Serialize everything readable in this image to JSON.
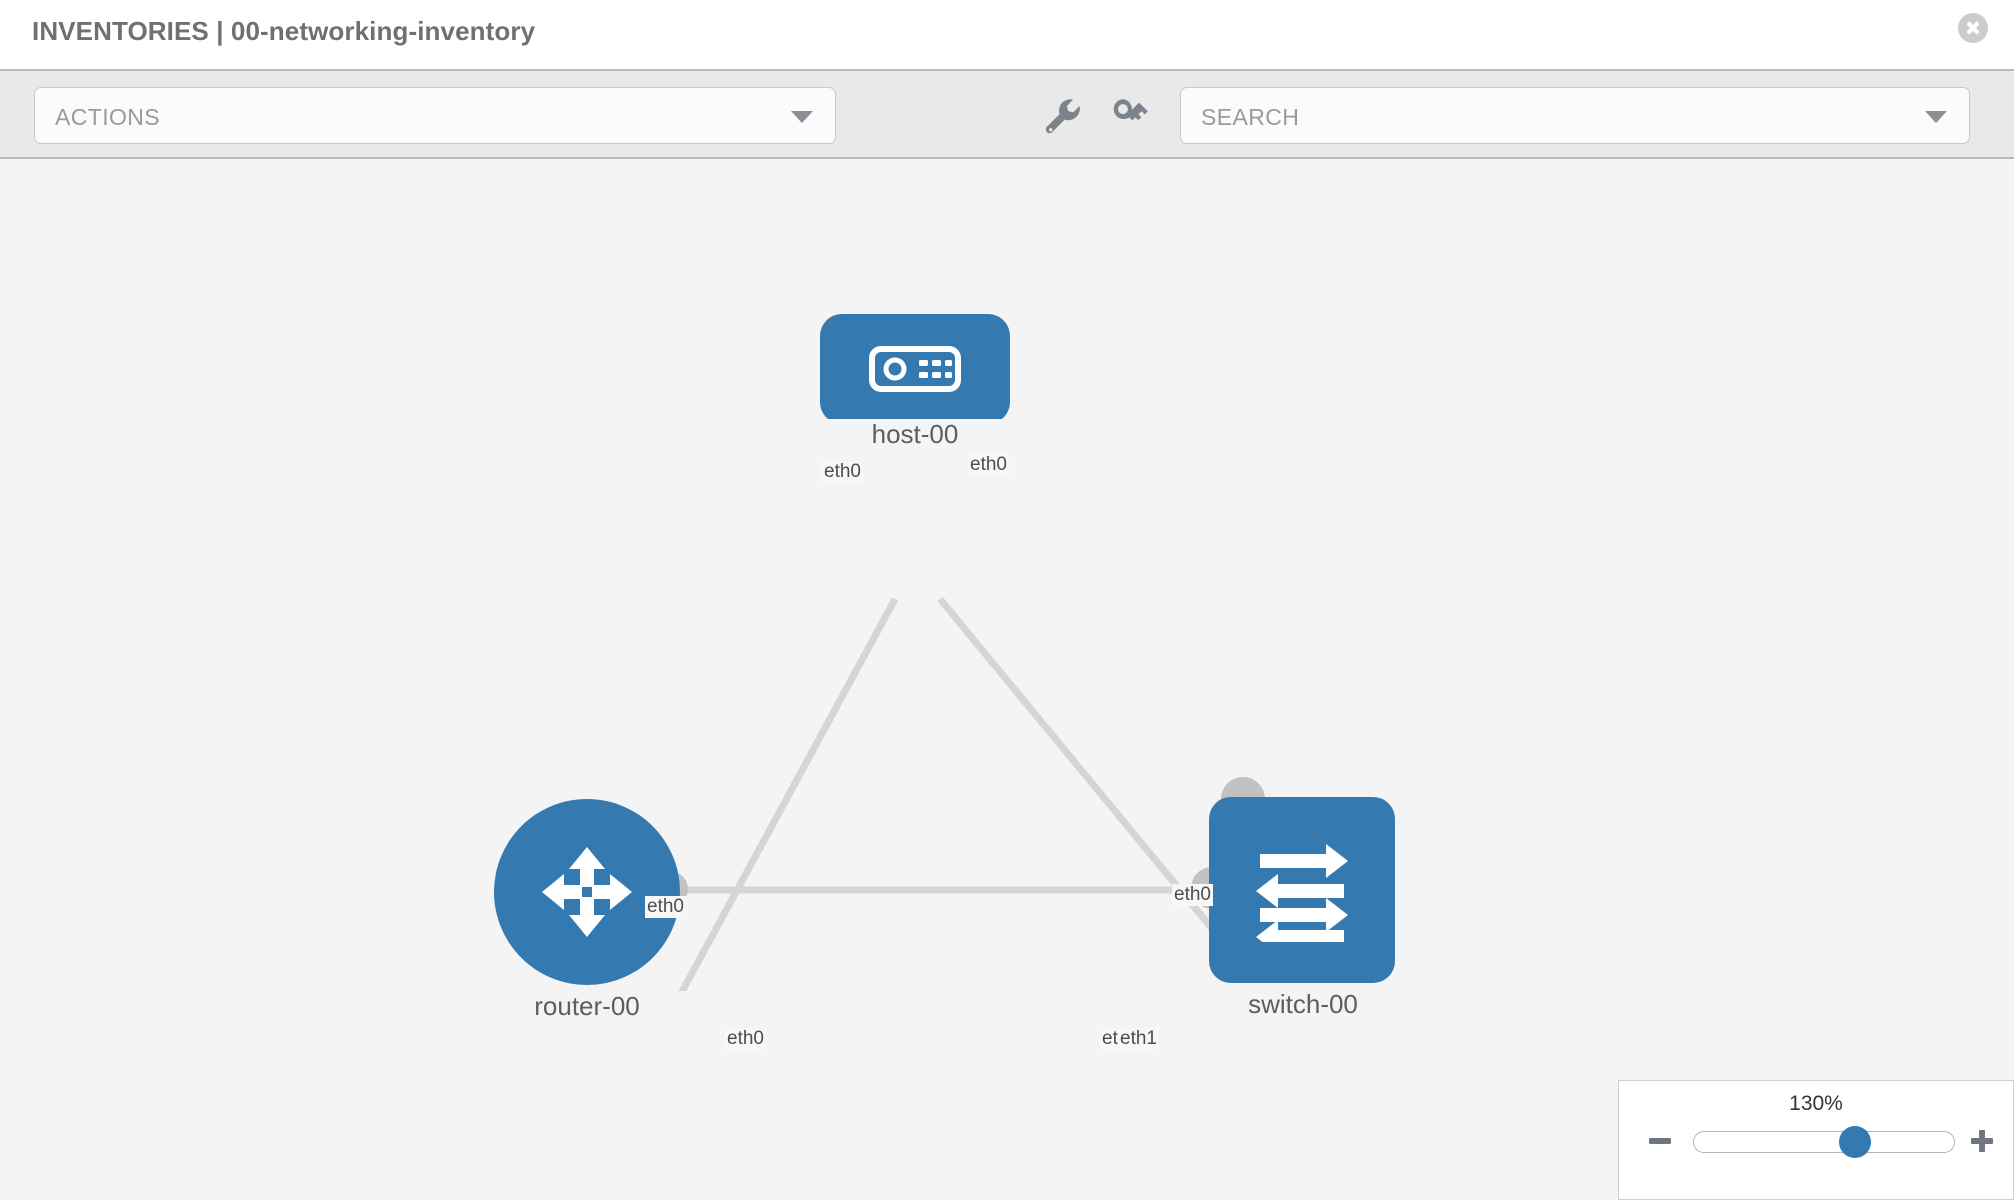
{
  "header": {
    "title": "INVENTORIES | 00-networking-inventory",
    "close_icon": "close-circle-icon"
  },
  "toolbar": {
    "actions_label": "ACTIONS",
    "actions_caret_icon": "chevron-down-icon",
    "wrench_icon": "wrench-icon",
    "key_icon": "key-icon",
    "search_placeholder": "SEARCH",
    "search_caret_icon": "chevron-down-icon"
  },
  "topology": {
    "nodes": [
      {
        "id": "host",
        "label": "host-00",
        "icon": "server-device-icon",
        "shape": "rounded-rect",
        "color": "#3579b1"
      },
      {
        "id": "router",
        "label": "router-00",
        "icon": "router-arrows-icon",
        "shape": "circle",
        "color": "#3579b1"
      },
      {
        "id": "switch",
        "label": "switch-00",
        "icon": "switch-arrows-icon",
        "shape": "rounded-rect",
        "color": "#3579b1"
      }
    ],
    "interfaces": [
      {
        "id": "host-left",
        "label": "eth0"
      },
      {
        "id": "host-right",
        "label": "eth0"
      },
      {
        "id": "router-up",
        "label": "eth0"
      },
      {
        "id": "router-right",
        "label": "eth0"
      },
      {
        "id": "switch-up",
        "label": "eth0"
      },
      {
        "id": "switch-left-a",
        "label": "eth0"
      },
      {
        "id": "switch-left-b",
        "label": "eth1"
      }
    ],
    "link_color": "#d5d5d5",
    "port_color": "#c2c2c2"
  },
  "zoom_control": {
    "value_label": "130%",
    "minus_icon": "minus-icon",
    "plus_icon": "plus-icon",
    "slider_percent": 62
  }
}
